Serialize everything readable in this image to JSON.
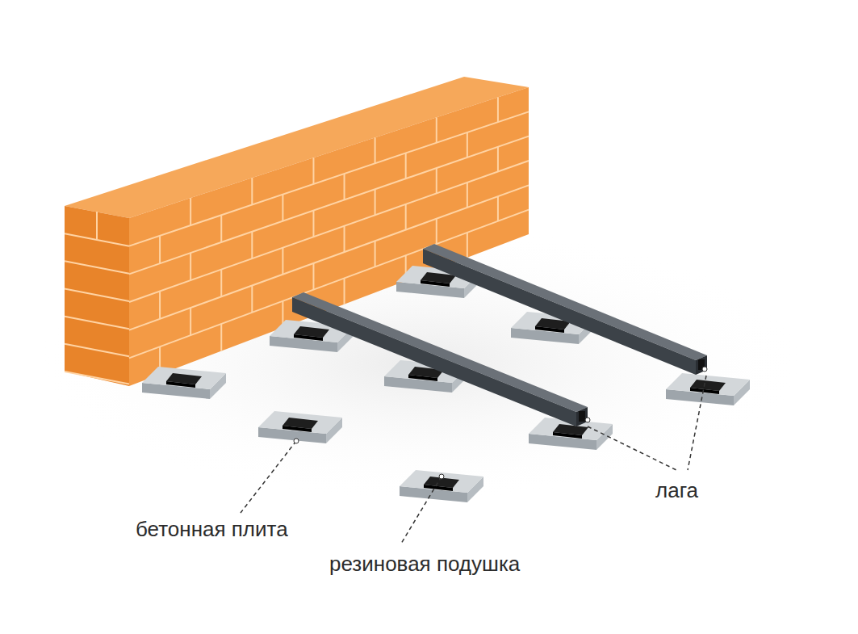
{
  "diagram": {
    "labels": [
      "бетонная плита",
      "резиновая подушка",
      "лага"
    ]
  }
}
